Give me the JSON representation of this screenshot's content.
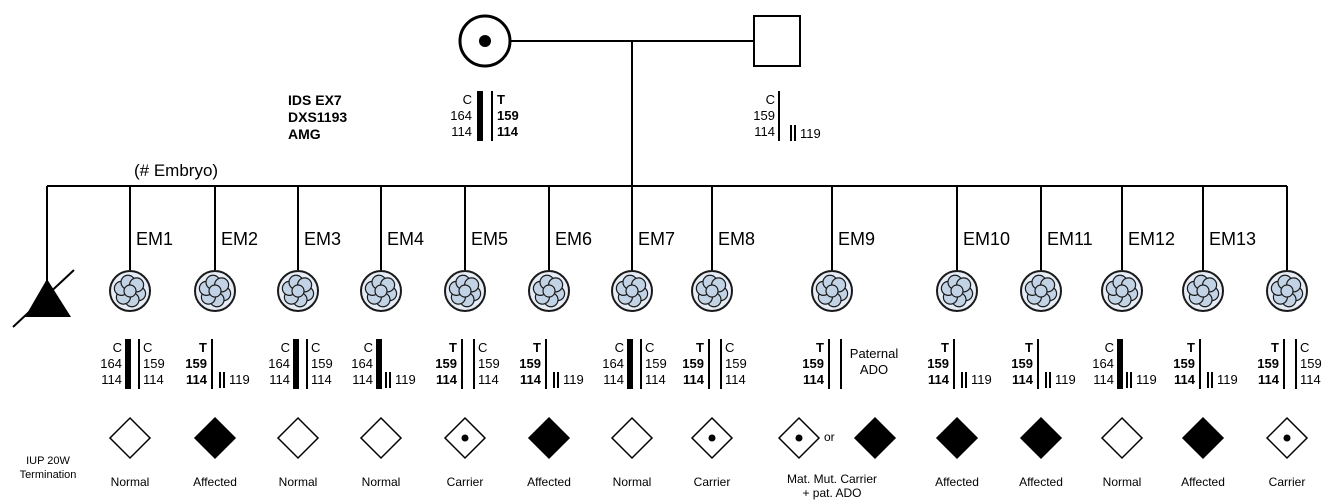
{
  "parents": {
    "marker_names": [
      "IDS EX7",
      "DXS1193",
      "AMG"
    ],
    "mother": {
      "symbol": "carrier-female",
      "haplotypes": [
        {
          "alleles": [
            "C",
            "164",
            "114"
          ],
          "bar": "thick",
          "bold": false
        },
        {
          "alleles": [
            "T",
            "159",
            "114"
          ],
          "bar": "thin",
          "bold": true
        }
      ]
    },
    "father": {
      "symbol": "unaffected-male",
      "haplotypes": [
        {
          "alleles": [
            "C",
            "159",
            "114"
          ],
          "bar": "thin",
          "bold": false
        }
      ],
      "extra": "119"
    }
  },
  "embryo_title": "(# Embryo)",
  "pregnancy": {
    "label": "IUP 20W Termination",
    "symbol": "affected-terminated-pregnancy"
  },
  "embryos": [
    {
      "label": "EM1",
      "maternal": {
        "alleles": [
          "C",
          "164",
          "114"
        ],
        "bar": "thick",
        "bold": false
      },
      "paternal": {
        "alleles": [
          "C",
          "159",
          "114"
        ],
        "extra": ""
      },
      "status": "Normal",
      "symbol": "normal"
    },
    {
      "label": "EM2",
      "maternal": {
        "alleles": [
          "T",
          "159",
          "114"
        ],
        "bar": "thin",
        "bold": true
      },
      "paternal": {
        "alleles": [],
        "extra": "119"
      },
      "status": "Affected",
      "symbol": "affected"
    },
    {
      "label": "EM3",
      "maternal": {
        "alleles": [
          "C",
          "164",
          "114"
        ],
        "bar": "thick",
        "bold": false
      },
      "paternal": {
        "alleles": [
          "C",
          "159",
          "114"
        ],
        "extra": ""
      },
      "status": "Normal",
      "symbol": "normal"
    },
    {
      "label": "EM4",
      "maternal": {
        "alleles": [
          "C",
          "164",
          "114"
        ],
        "bar": "thick",
        "bold": false
      },
      "paternal": {
        "alleles": [],
        "extra": "119"
      },
      "status": "Normal",
      "symbol": "normal"
    },
    {
      "label": "EM5",
      "maternal": {
        "alleles": [
          "T",
          "159",
          "114"
        ],
        "bar": "thin",
        "bold": true
      },
      "paternal": {
        "alleles": [
          "C",
          "159",
          "114"
        ],
        "extra": ""
      },
      "status": "Carrier",
      "symbol": "carrier"
    },
    {
      "label": "EM6",
      "maternal": {
        "alleles": [
          "T",
          "159",
          "114"
        ],
        "bar": "thin",
        "bold": true
      },
      "paternal": {
        "alleles": [],
        "extra": "119"
      },
      "status": "Affected",
      "symbol": "affected"
    },
    {
      "label": "EM7",
      "maternal": {
        "alleles": [
          "C",
          "164",
          "114"
        ],
        "bar": "thick",
        "bold": false
      },
      "paternal": {
        "alleles": [
          "C",
          "159",
          "114"
        ],
        "extra": ""
      },
      "status": "Normal",
      "symbol": "normal"
    },
    {
      "label": "EM8",
      "maternal": {
        "alleles": [
          "T",
          "159",
          "114"
        ],
        "bar": "thin",
        "bold": true
      },
      "paternal": {
        "alleles": [
          "C",
          "159",
          "114"
        ],
        "extra": ""
      },
      "status": "Carrier",
      "symbol": "carrier"
    },
    {
      "label": "EM9",
      "maternal": {
        "alleles": [
          "T",
          "159",
          "114"
        ],
        "bar": "thin",
        "bold": true
      },
      "paternal": {
        "alleles": [],
        "extra": "",
        "note": [
          "Paternal",
          "ADO"
        ]
      },
      "status": "Mat. Mut. Carrier + pat. ADO",
      "symbol": "carrier-or-affected",
      "or_text": "or"
    },
    {
      "label": "EM10",
      "maternal": {
        "alleles": [
          "T",
          "159",
          "114"
        ],
        "bar": "thin",
        "bold": true
      },
      "paternal": {
        "alleles": [],
        "extra": "119"
      },
      "status": "Affected",
      "symbol": "affected"
    },
    {
      "label": "EM11",
      "maternal": {
        "alleles": [
          "T",
          "159",
          "114"
        ],
        "bar": "thin",
        "bold": true
      },
      "paternal": {
        "alleles": [],
        "extra": "119"
      },
      "status": "Affected",
      "symbol": "affected"
    },
    {
      "label": "EM12",
      "maternal": {
        "alleles": [
          "C",
          "164",
          "114"
        ],
        "bar": "thick",
        "bold": false
      },
      "paternal": {
        "alleles": [],
        "extra": "119"
      },
      "status": "Normal",
      "symbol": "normal"
    },
    {
      "label": "EM13",
      "maternal": {
        "alleles": [
          "T",
          "159",
          "114"
        ],
        "bar": "thin",
        "bold": true
      },
      "paternal": {
        "alleles": [],
        "extra": "119"
      },
      "status": "Affected",
      "symbol": "affected"
    },
    {
      "label": "",
      "maternal": {
        "alleles": [
          "T",
          "159",
          "114"
        ],
        "bar": "thin",
        "bold": true
      },
      "paternal": {
        "alleles": [
          "C",
          "159",
          "114"
        ],
        "extra": ""
      },
      "status": "Carrier",
      "symbol": "carrier"
    }
  ],
  "colors": {
    "line": "#000000",
    "embryo_fill": "#c3d3e6",
    "embryo_stroke": "#1a1a1a",
    "background": "#ffffff"
  }
}
